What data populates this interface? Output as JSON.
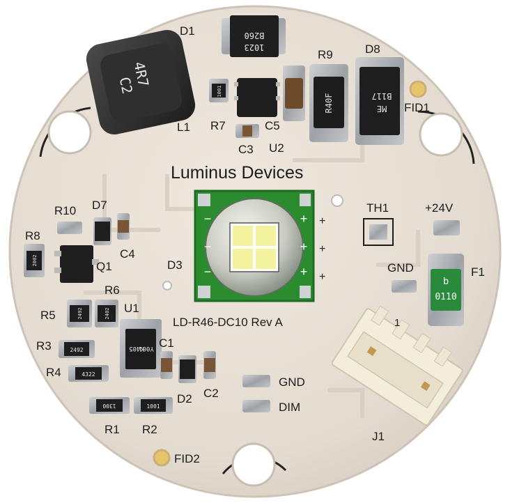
{
  "board": {
    "brand": "Luminus Devices",
    "model": "LD-R46-DC10 Rev A",
    "colors": {
      "pcb": "#e8e0d6",
      "silk": "#1c1c1c",
      "trace": "#d4cbc0",
      "pad": "#a9abaf",
      "led_substrate": "#2e8b2e"
    }
  },
  "labels": {
    "D1": "D1",
    "D8": "D8",
    "R9": "R9",
    "FID1": "FID1",
    "L1": "L1",
    "R7": "R7",
    "C5": "C5",
    "C3": "C3",
    "U2": "U2",
    "D3": "D3",
    "TH1": "TH1",
    "plus24v": "+24V",
    "GND_right": "GND",
    "F1": "F1",
    "R10": "R10",
    "D7": "D7",
    "R8": "R8",
    "C4": "C4",
    "Q1": "Q1",
    "R5": "R5",
    "R6": "R6",
    "U1": "U1",
    "R3": "R3",
    "C1": "C1",
    "R4": "R4",
    "D2": "D2",
    "C2": "C2",
    "GND_pad": "GND",
    "DIM": "DIM",
    "R1": "R1",
    "R2": "R2",
    "FID2": "FID2",
    "J1": "J1",
    "pin1": "1"
  },
  "markings": {
    "L1_line1": "4R7",
    "L1_line2": "C2",
    "D1_line1": "B260",
    "D1_line2": "1023",
    "R7": "1001",
    "R9": "R40F",
    "D8_line1": "B117",
    "D8_line2": "ME",
    "F1_line1": "b",
    "F1_line2": "0110",
    "R8": "2002",
    "R5": "2492",
    "R6": "2402",
    "R3": "2492",
    "R4": "4322",
    "U1_line1": "K405",
    "U1_line2": "Y001",
    "R1": "1300",
    "R2": "1001"
  },
  "led_pad_signs": {
    "minus": "−",
    "plus": "+"
  },
  "icons": {
    "mounting_hole": "mounting-hole-icon",
    "fiducial": "fiducial-icon"
  }
}
